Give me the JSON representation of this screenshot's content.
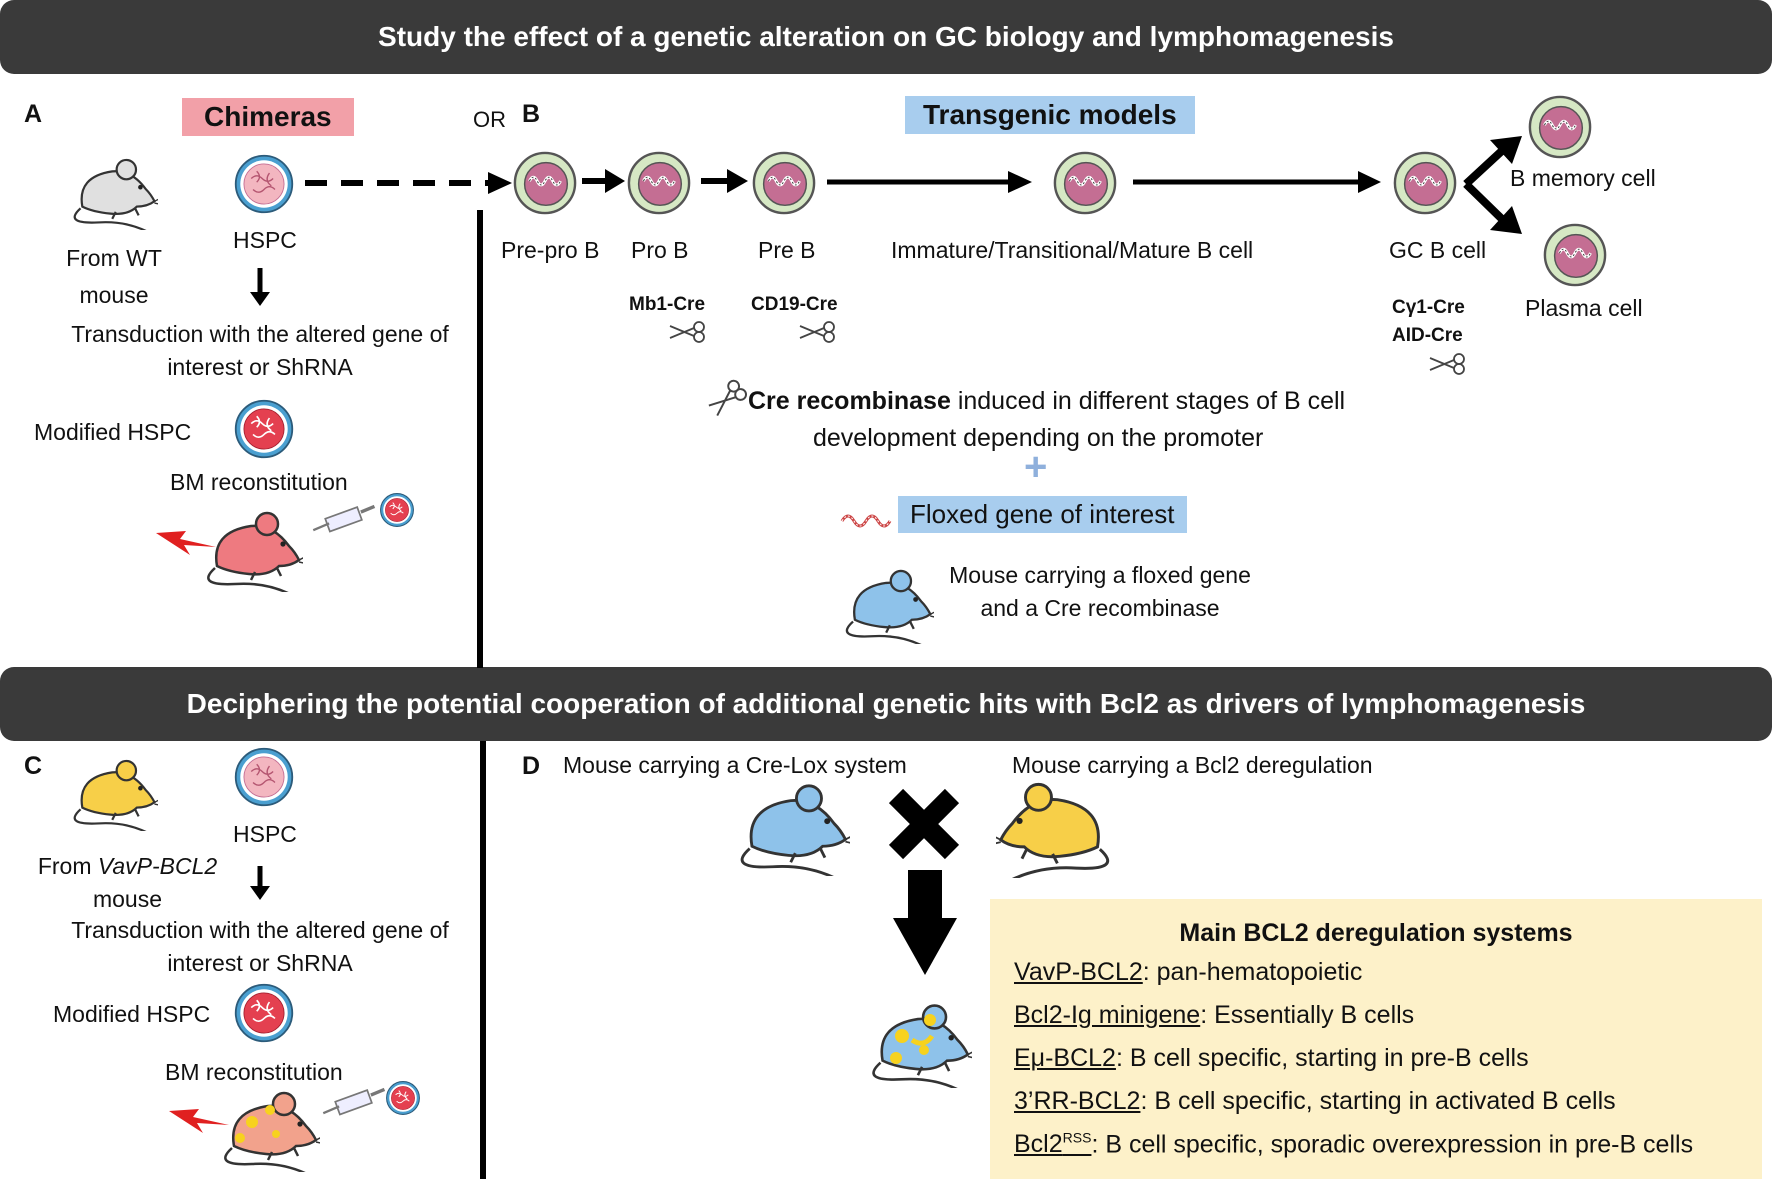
{
  "banner_top": "Study the effect of a genetic alteration on GC biology and lymphomagenesis",
  "banner_mid": "Deciphering the potential cooperation of additional genetic hits with Bcl2 as drivers of lymphomagenesis",
  "panel_a": {
    "letter": "A",
    "title": "Chimeras",
    "from_1": "From WT",
    "from_2": "mouse",
    "hspc": "HSPC",
    "transduction_1": "Transduction with the altered gene of",
    "transduction_2": "interest or ShRNA",
    "modified": "Modified HSPC",
    "bm": "BM reconstitution"
  },
  "or": "OR",
  "panel_b": {
    "letter": "B",
    "title": "Transgenic models",
    "stages": [
      "Pre-pro B",
      "Pro B",
      "Pre B",
      "Immature/Transitional/Mature B cell",
      "GC B cell"
    ],
    "memory": "B memory cell",
    "plasma": "Plasma cell",
    "cre_mb1": "Mb1-Cre",
    "cre_cd19": "CD19-Cre",
    "cre_cg1": "Cγ1-Cre",
    "cre_aid": "AID-Cre",
    "cre_bold": "Cre recombinase",
    "cre_rest": " induced in different stages of B cell",
    "cre_line2": "development depending on the promoter",
    "plus": "+",
    "floxed": "Floxed gene of interest",
    "mouse_1": "Mouse carrying a floxed gene",
    "mouse_2": "and a Cre recombinase"
  },
  "panel_c": {
    "letter": "C",
    "hspc": "HSPC",
    "from_pre": "From ",
    "from_italic": "VavP-BCL2",
    "from_2": "mouse",
    "transduction_1": "Transduction with the altered gene of",
    "transduction_2": "interest or ShRNA",
    "modified": "Modified HSPC",
    "bm": "BM reconstitution"
  },
  "panel_d": {
    "letter": "D",
    "mouse_crelox": "Mouse carrying a Cre-Lox system",
    "mouse_bcl2": "Mouse carrying a Bcl2 deregulation",
    "box_title": "Main BCL2 deregulation systems",
    "systems": [
      {
        "name": "VavP-BCL2",
        "sup": "",
        "desc": ": pan-hematopoietic"
      },
      {
        "name": "Bcl2-Ig minigene",
        "sup": "",
        "desc": ": Essentially B cells"
      },
      {
        "name": "Eμ-BCL2",
        "sup": "",
        "desc": ": B cell specific, starting in pre-B cells"
      },
      {
        "name": "3’RR-BCL2",
        "sup": "",
        "desc": ": B cell specific, starting in activated B cells"
      },
      {
        "name": "Bcl2",
        "sup": "RSS",
        "desc": ": B cell specific, sporadic overexpression in pre-B cells"
      }
    ]
  },
  "colors": {
    "banner": "#3a3a3a",
    "chimeras_label": "#f2a0a8",
    "transgenic_label": "#a8cdee",
    "panel_box": "#fdf1c9",
    "cell_outer": "#d6e8c4",
    "cell_inner": "#c46e93",
    "hspc_outer": "#4a9fd0",
    "mouse_wt": "#e0e0e0",
    "mouse_red": "#ee7a80",
    "mouse_blue": "#8ec2ea",
    "mouse_yellow": "#f7cf48"
  }
}
